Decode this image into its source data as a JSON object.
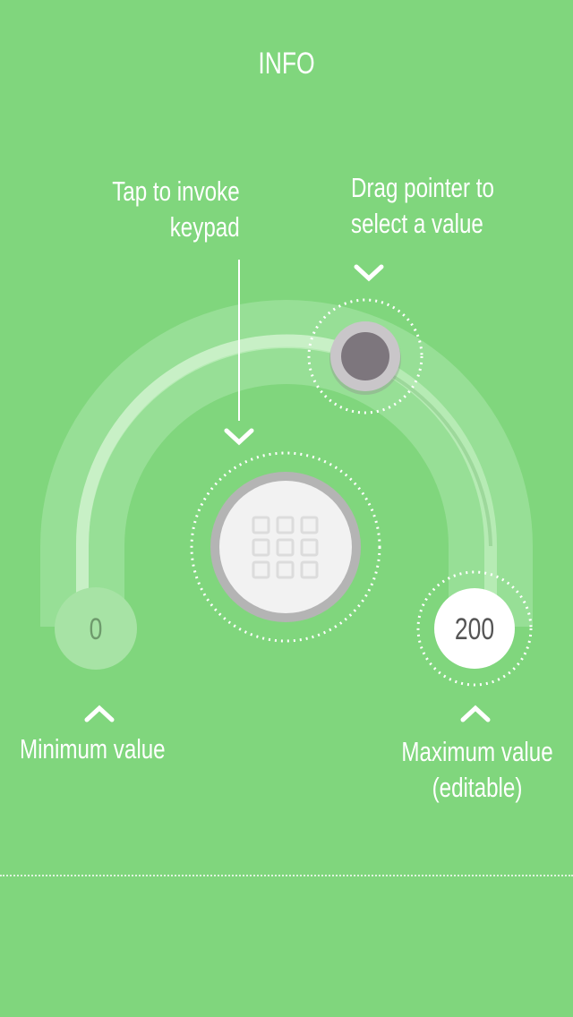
{
  "header": {
    "title": "INFO"
  },
  "hints": {
    "keypad": "Tap to invoke\nkeypad",
    "drag": "Drag pointer to\nselect a value",
    "minimum": "Minimum value",
    "maximum": "Maximum value\n(editable)"
  },
  "slider": {
    "min_value": "0",
    "max_value": "200",
    "selected_fraction": 0.55
  },
  "icons": {
    "keypad_button": "keypad-grid-icon",
    "pointer": "pointer-knob",
    "chevron_down": "chevron-down-icon",
    "chevron_up": "chevron-up-icon"
  },
  "colors": {
    "background": "#80d67d",
    "track": "#a3e2a1",
    "text": "#ffffff"
  }
}
